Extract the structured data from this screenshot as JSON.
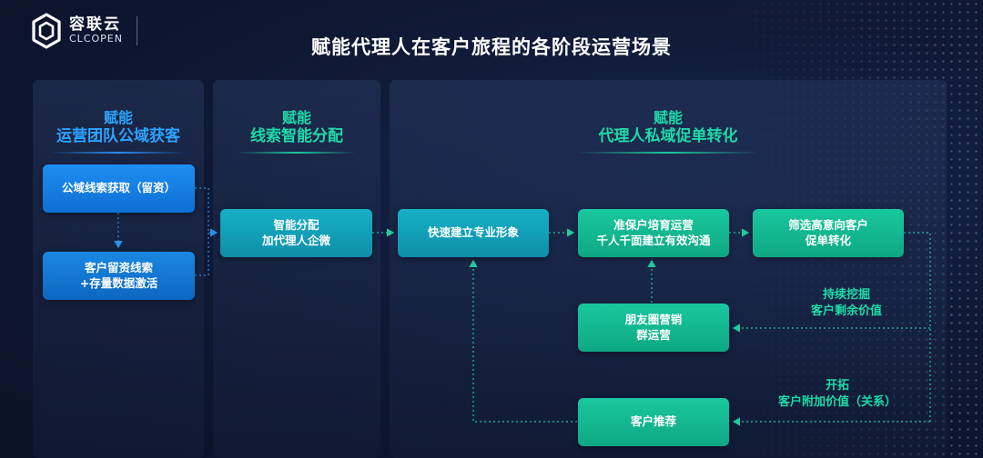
{
  "logo": {
    "cn": "容联云",
    "en": "CLCOPEN"
  },
  "title": "赋能代理人在客户旅程的各阶段运营场景",
  "stages": [
    {
      "top": "赋能",
      "main": "运营团队公域获客"
    },
    {
      "top": "赋能",
      "main": "线索智能分配"
    },
    {
      "top": "赋能",
      "main": "代理人私域促单转化"
    }
  ],
  "boxes": {
    "lead_capture": [
      "公域线索获取（留资）"
    ],
    "lead_activation": [
      "客户留资线索",
      "+存量数据激活"
    ],
    "smart_assign": [
      "智能分配",
      "加代理人企微"
    ],
    "quick_image": [
      "快速建立专业形象"
    ],
    "nurture": [
      "准保户培育运营",
      "千人千面建立有效沟通"
    ],
    "filter_convert": [
      "筛选高意向客户",
      "促单转化"
    ],
    "moments": [
      "朋友圈营销",
      "群运营"
    ],
    "referral": [
      "客户推荐"
    ]
  },
  "annotations": {
    "dig": [
      "持续挖掘",
      "客户剩余价值"
    ],
    "expand": [
      "开拓",
      "客户附加价值（关系）"
    ]
  },
  "colors": {
    "background": "#0e1833",
    "blue_label": "#2ea3ff",
    "green_label": "#1fd9a8",
    "blue_box": "#1478dc",
    "teal_box": "#11a0b8",
    "green_box": "#14b890",
    "connector_blue": "#2b8fe8",
    "connector_green": "#22c9a0"
  }
}
